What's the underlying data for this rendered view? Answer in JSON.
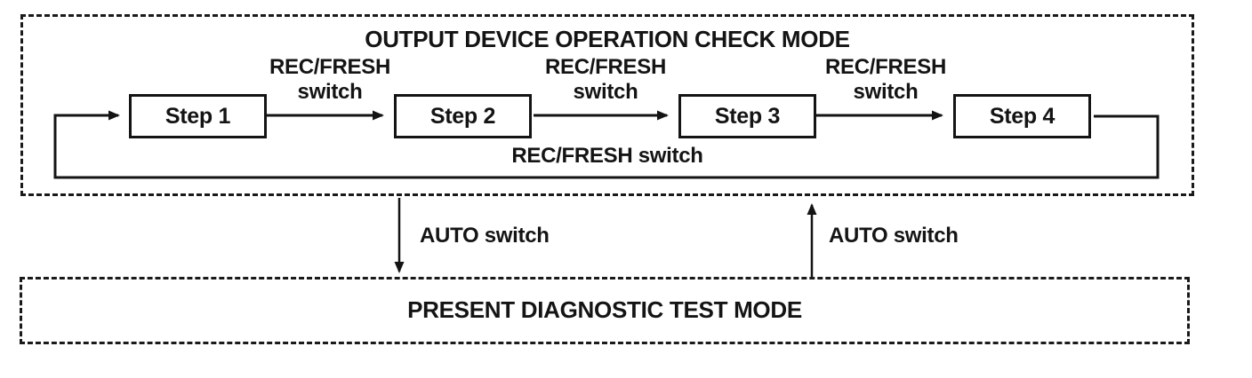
{
  "diagram": {
    "top_box_title": "OUTPUT DEVICE OPERATION CHECK MODE",
    "steps": [
      {
        "label": "Step 1"
      },
      {
        "label": "Step 2"
      },
      {
        "label": "Step 3"
      },
      {
        "label": "Step 4"
      }
    ],
    "transitions": [
      {
        "line1": "REC/FRESH",
        "line2": "switch"
      },
      {
        "line1": "REC/FRESH",
        "line2": "switch"
      },
      {
        "line1": "REC/FRESH",
        "line2": "switch"
      }
    ],
    "loop_label": "REC/FRESH switch",
    "auto_switch_left_label": "AUTO switch",
    "auto_switch_right_label": "AUTO switch",
    "bottom_box_title": "PRESENT DIAGNOSTIC TEST MODE",
    "colors": {
      "ink": "#141414",
      "background": "#ffffff"
    }
  }
}
